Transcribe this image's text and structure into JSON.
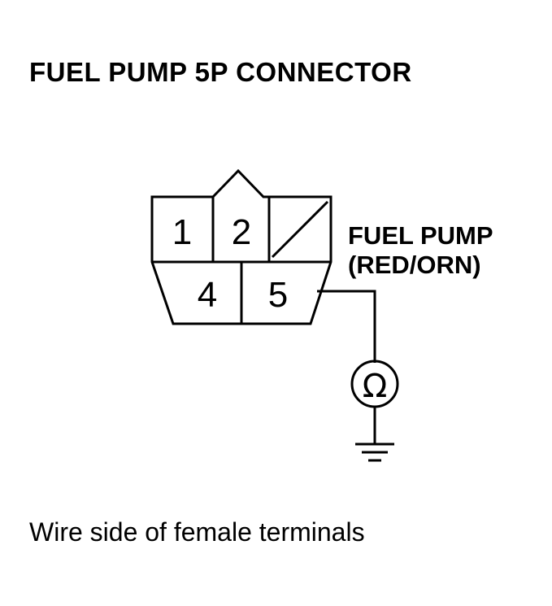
{
  "title": "FUEL PUMP 5P CONNECTOR",
  "wire": {
    "line1": "FUEL PUMP",
    "line2": "(RED/ORN)"
  },
  "pins": {
    "p1": "1",
    "p2": "2",
    "p4": "4",
    "p5": "5"
  },
  "meter_symbol": "Ω",
  "caption": "Wire side of female terminals"
}
